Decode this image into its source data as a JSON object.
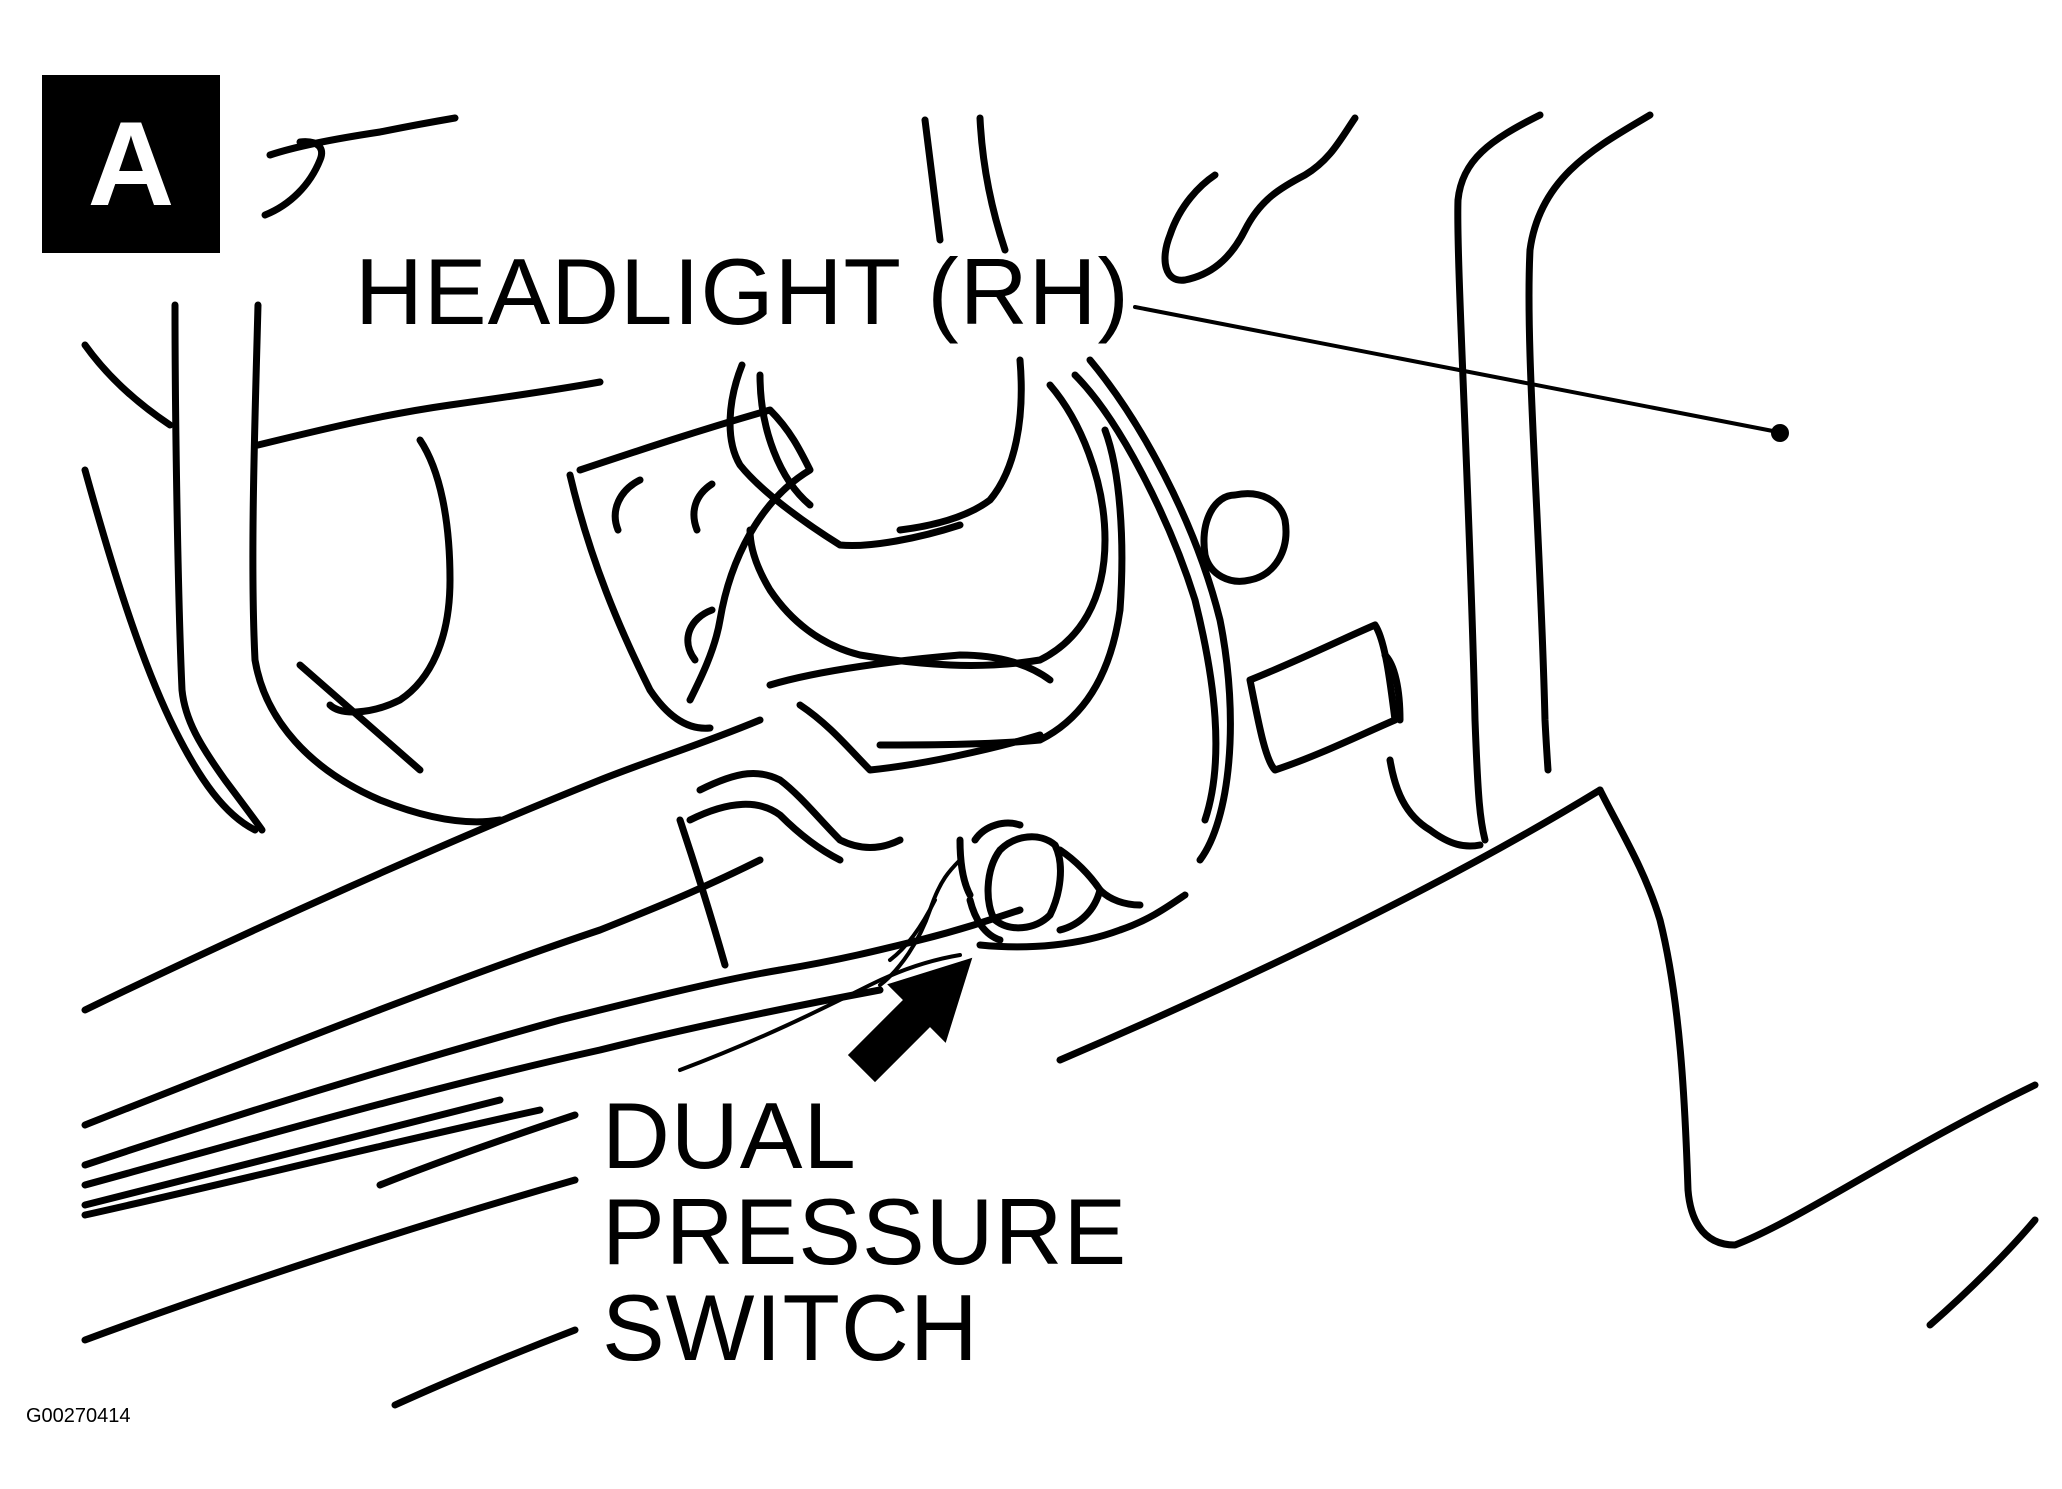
{
  "panel": {
    "letter": "A"
  },
  "callouts": {
    "headlight": "HEADLIGHT (RH)",
    "pressure_switch": {
      "line1": "DUAL",
      "line2": "PRESSURE",
      "line3": "SWITCH"
    }
  },
  "figure_id": "G00270414",
  "colors": {
    "ink": "#000000",
    "background": "#ffffff"
  }
}
